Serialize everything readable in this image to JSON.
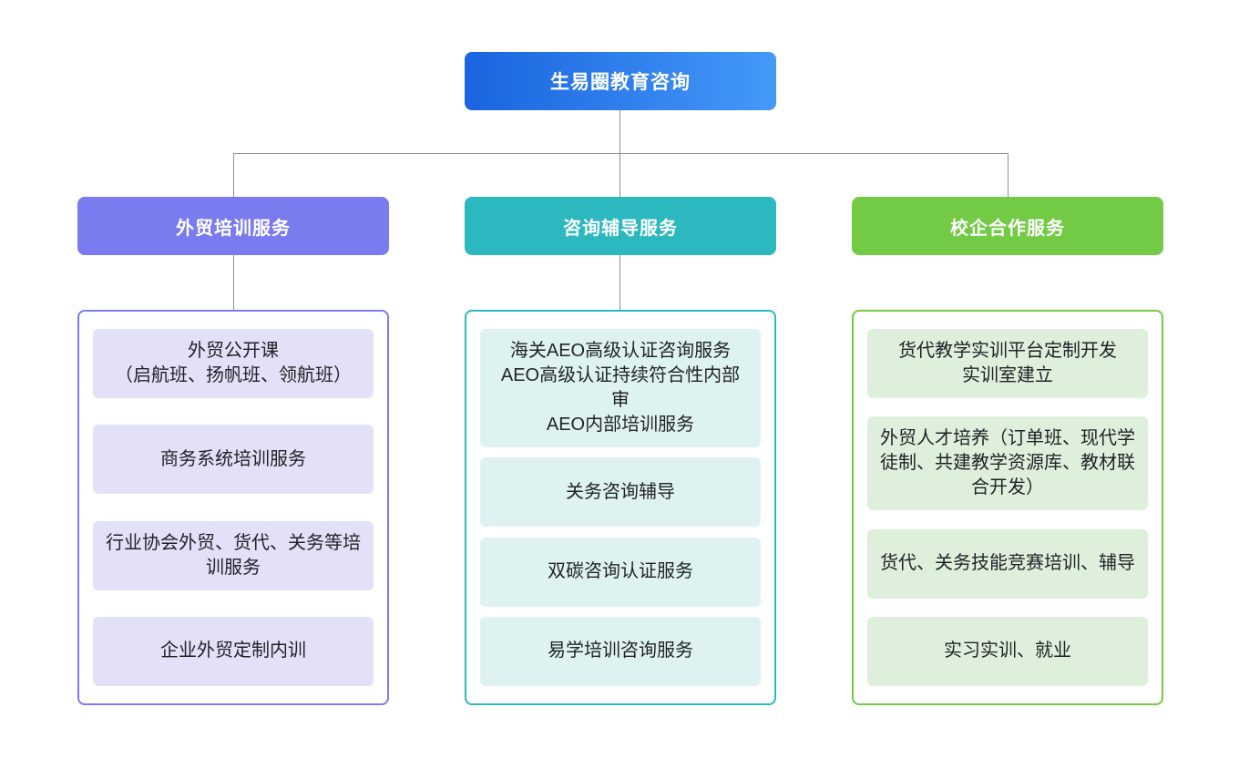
{
  "root": {
    "label": "生易圈教育咨询"
  },
  "colors": {
    "root_gradient_from": "#1A64DF",
    "root_gradient_to": "#4499F8",
    "line": "#8A929B",
    "text": "#1F2226"
  },
  "columns": [
    {
      "header": "外贸培训服务",
      "accent": "#7B7BF0",
      "item_bg": "#E3E1F7",
      "items": [
        "外贸公开课\n（启航班、扬帆班、领航班）",
        "商务系统培训服务",
        "行业协会外贸、货代、关务等培训服务",
        "企业外贸定制内训"
      ]
    },
    {
      "header": "咨询辅导服务",
      "accent": "#2BB8BF",
      "item_bg": "#DFF2F2",
      "items": [
        "海关AEO高级认证咨询服务\nAEO高级认证持续符合性内部审\nAEO内部培训服务",
        "关务咨询辅导",
        "双碳咨询认证服务",
        "易学培训咨询服务"
      ]
    },
    {
      "header": "校企合作服务",
      "accent": "#73CB45",
      "item_bg": "#DEF0DB",
      "items": [
        "货代教学实训平台定制开发\n实训室建立",
        "外贸人才培养（订单班、现代学徒制、共建教学资源库、教材联合开发）",
        "货代、关务技能竞赛培训、辅导",
        "实习实训、就业"
      ]
    }
  ]
}
